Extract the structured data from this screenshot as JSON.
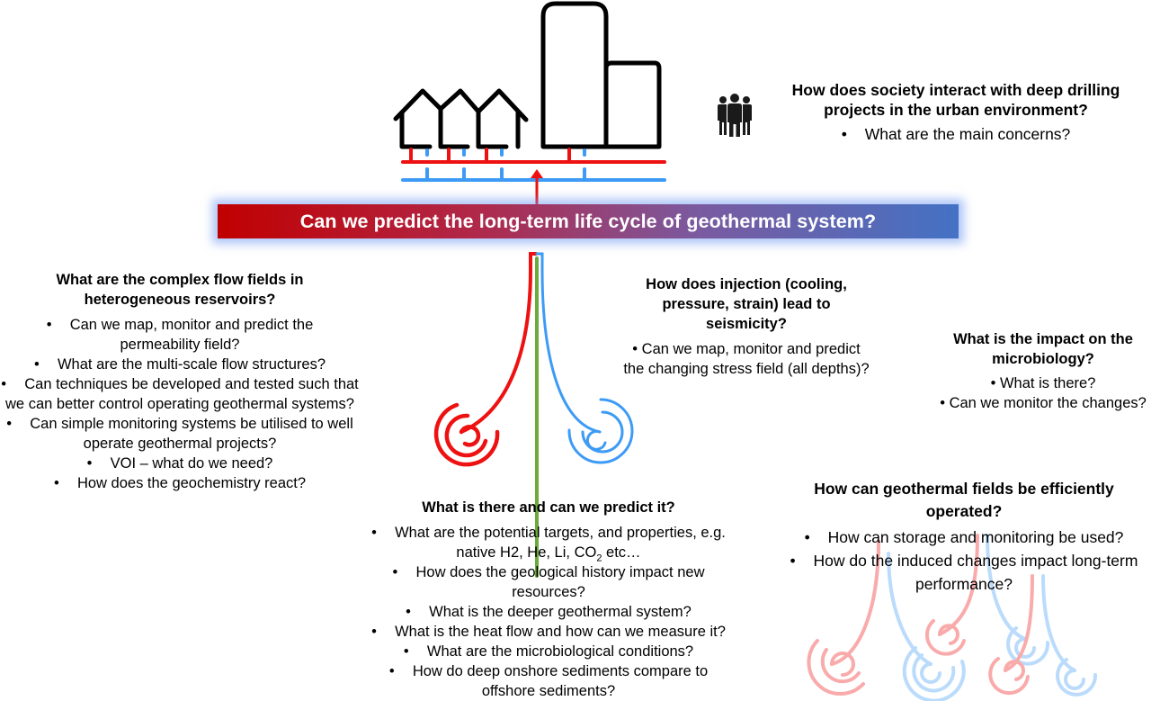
{
  "title": "Can we predict the long-term life cycle of geothermal system?",
  "colors": {
    "hot": "#ee1111",
    "cold": "#3d9bf5",
    "well": "#6aab3c",
    "title_left": "#c00000",
    "title_right": "#4472c4"
  },
  "icons": {
    "people": "people-group-icon",
    "houses": "house-icon",
    "buildings": "building-icon",
    "hot_spiral": "hot-spiral-icon",
    "cold_spiral": "cold-spiral-icon"
  },
  "society": {
    "heading": "How does society interact with deep drilling projects in the urban environment?",
    "bullets": [
      "What are the main concerns?"
    ]
  },
  "flow": {
    "heading": "What are the complex flow fields in heterogeneous reservoirs?",
    "bullets": [
      "Can we map, monitor and predict the permeability field?",
      "What are the multi-scale flow structures?",
      "Can techniques be developed and tested such that we can better control operating geothermal systems?",
      "Can simple monitoring systems be utilised to well operate geothermal projects?",
      "VOI – what do we need?",
      "How does the geochemistry react?"
    ]
  },
  "seismicity": {
    "heading": "How does injection (cooling, pressure, strain) lead to seismicity?",
    "bullets": [
      "Can we map, monitor and predict the changing stress field (all depths)?"
    ]
  },
  "microbiology": {
    "heading": "What is the impact on the microbiology?",
    "bullets": [
      "What is there?",
      "Can we monitor the changes?"
    ]
  },
  "resources": {
    "heading": "What is there and can we predict it?",
    "bullets": [
      "What are the potential targets, and properties, e.g.",
      "How does the geological history impact new resources?",
      "What is the deeper geothermal system?",
      "What is the heat flow and how can we measure it?",
      "What are the microbiological conditions?",
      "How do deep onshore sediments compare to offshore sediments?"
    ],
    "first_cont_pre": "native H2, He, Li, CO",
    "first_cont_sub": "2",
    "first_cont_post": " etc…"
  },
  "operation": {
    "heading": "How can geothermal fields be efficiently operated?",
    "bullets": [
      "How can storage and monitoring be used?",
      "How do the induced changes impact long-term performance?"
    ]
  }
}
